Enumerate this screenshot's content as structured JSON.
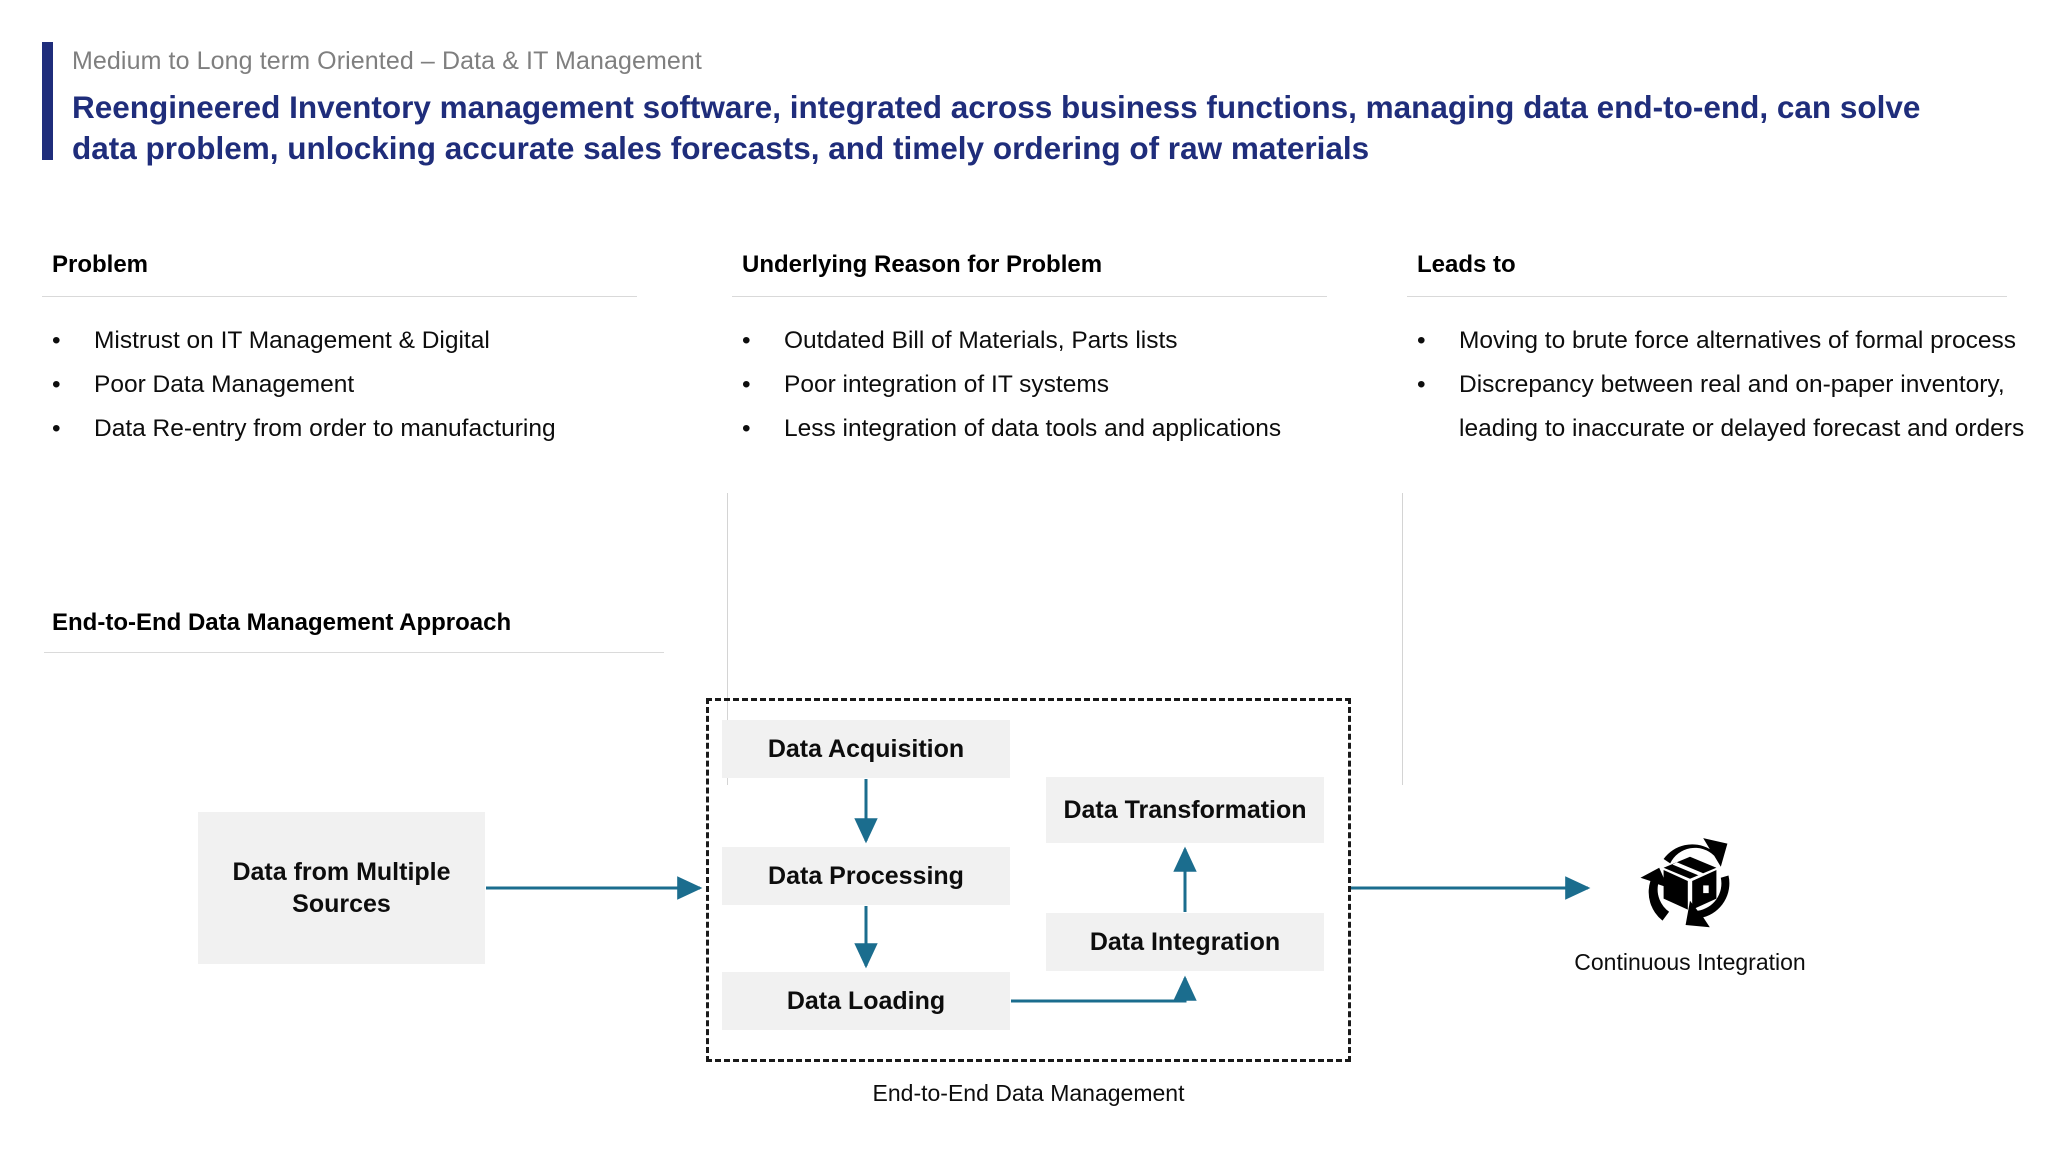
{
  "header": {
    "eyebrow": "Medium to Long term Oriented – Data & IT Management",
    "title": "Reengineered Inventory management software, integrated across business functions, managing data end-to-end, can solve data problem, unlocking accurate sales forecasts, and timely ordering of raw materials",
    "accent_color": "#1f2d7b",
    "eyebrow_color": "#7f7f7f"
  },
  "columns": [
    {
      "title": "Problem",
      "bullets": [
        "Mistrust on IT Management & Digital",
        "Poor Data Management",
        "Data Re-entry from order to manufacturing"
      ]
    },
    {
      "title": "Underlying Reason for Problem",
      "bullets": [
        "Outdated Bill of Materials, Parts lists",
        "Poor integration of IT systems",
        "Less integration of data tools and applications"
      ]
    },
    {
      "title": "Leads to",
      "bullets": [
        "Moving to brute force alternatives of formal process",
        "Discrepancy between real and on-paper inventory, leading to inaccurate or delayed forecast and orders"
      ]
    }
  ],
  "bullet_glyph": "•",
  "approach": {
    "title": "End-to-End Data Management Approach",
    "diagram": {
      "source_node": "Data from Multiple Sources",
      "container_caption": "End-to-End Data Management",
      "nodes": [
        {
          "id": "acquisition",
          "label": "Data Acquisition"
        },
        {
          "id": "processing",
          "label": "Data Processing"
        },
        {
          "id": "loading",
          "label": "Data Loading"
        },
        {
          "id": "transformation",
          "label": "Data Transformation"
        },
        {
          "id": "integration",
          "label": "Data Integration"
        }
      ],
      "outcome": {
        "label": "Continuous Integration",
        "icon": "package-refresh-icon"
      },
      "node_fill": "#f1f1f1",
      "connector_color": "#1b6d8e",
      "container_border_color": "#1a1a1a"
    }
  }
}
